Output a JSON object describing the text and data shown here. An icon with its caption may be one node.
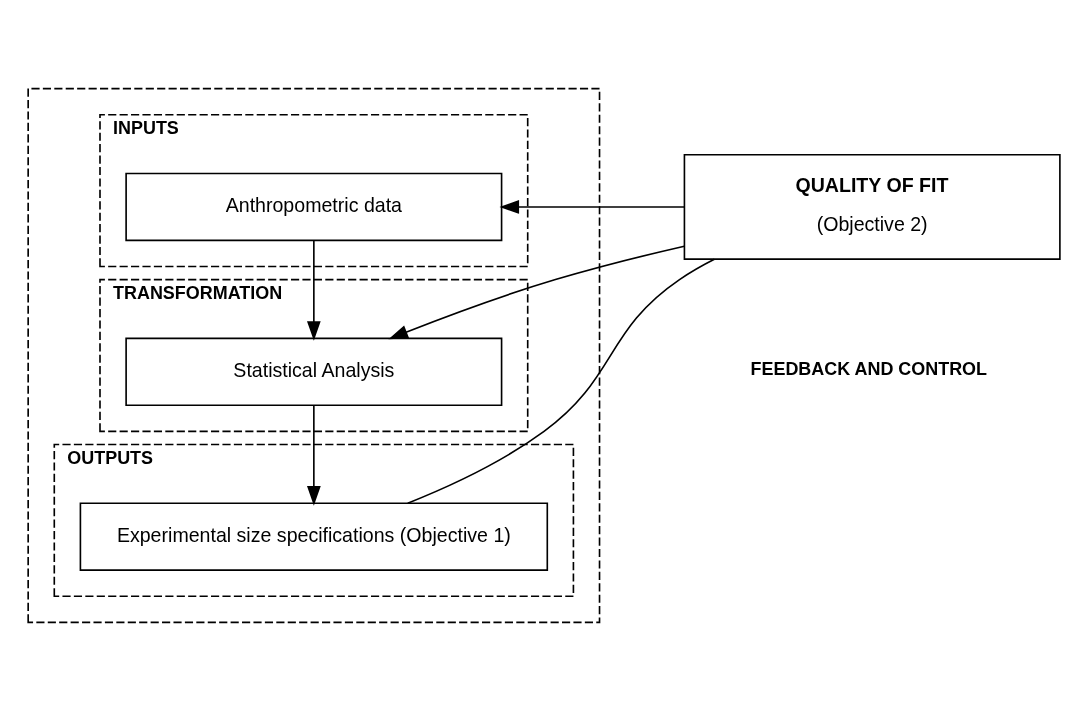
{
  "diagram": {
    "nodes": [
      {
        "text": [],
        "shape": "box"
      },
      {
        "text": [
          "INPUTS"
        ],
        "in": 0
      },
      {
        "text": [
          "Anthropometric data"
        ],
        "in": 1
      },
      {
        "text": [
          "TRANSFORMATION"
        ],
        "in": 0
      },
      {
        "text": [
          "Statistical Analysis"
        ],
        "in": 3
      },
      {
        "text": [
          "OUTPUTS"
        ],
        "in": 0
      },
      {
        "text": [
          "Experimental size specifications (Objective 1)"
        ],
        "in": 5
      },
      {
        "text": [
          "QUALITY OF FIT",
          "(Objective 2)"
        ]
      }
    ],
    "edges": [
      {
        "from": 2,
        "to": 4,
        "arrow": "to"
      },
      {
        "from": 4,
        "to": 6,
        "arrow": "to"
      },
      {
        "from": 6,
        "to": 7,
        "arrow": "none"
      },
      {
        "from": 7,
        "to": 2,
        "arrow": "to"
      },
      {
        "from": 7,
        "to": 4,
        "arrow": "to"
      }
    ],
    "labels": [
      "FEEDBACK AND CONTROL"
    ]
  }
}
